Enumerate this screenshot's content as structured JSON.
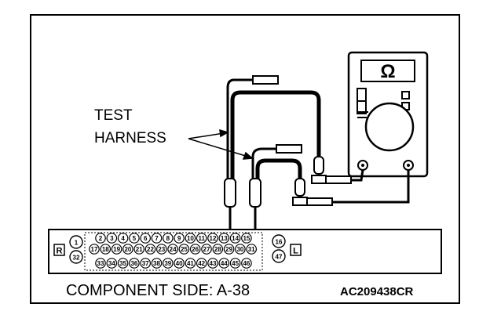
{
  "diagram": {
    "callout_test": "TEST",
    "callout_harness": "HARNESS",
    "caption": "COMPONENT SIDE: A-38",
    "figure_code": "AC209438CR",
    "meter_symbol": "Ω",
    "connector": {
      "side_left": "R",
      "side_right": "L",
      "top_row": [
        "2",
        "3",
        "4",
        "5",
        "6",
        "7",
        "8",
        "9",
        "10",
        "11",
        "12",
        "13",
        "14",
        "15"
      ],
      "mid_row": [
        "17",
        "18",
        "19",
        "20",
        "21",
        "22",
        "23",
        "24",
        "25",
        "26",
        "27",
        "28",
        "29",
        "30",
        "31"
      ],
      "bot_row": [
        "33",
        "34",
        "35",
        "36",
        "37",
        "38",
        "39",
        "40",
        "41",
        "42",
        "43",
        "44",
        "45",
        "46"
      ],
      "left_pins": [
        "1",
        "32"
      ],
      "right_pins": [
        "16",
        "47"
      ]
    }
  }
}
